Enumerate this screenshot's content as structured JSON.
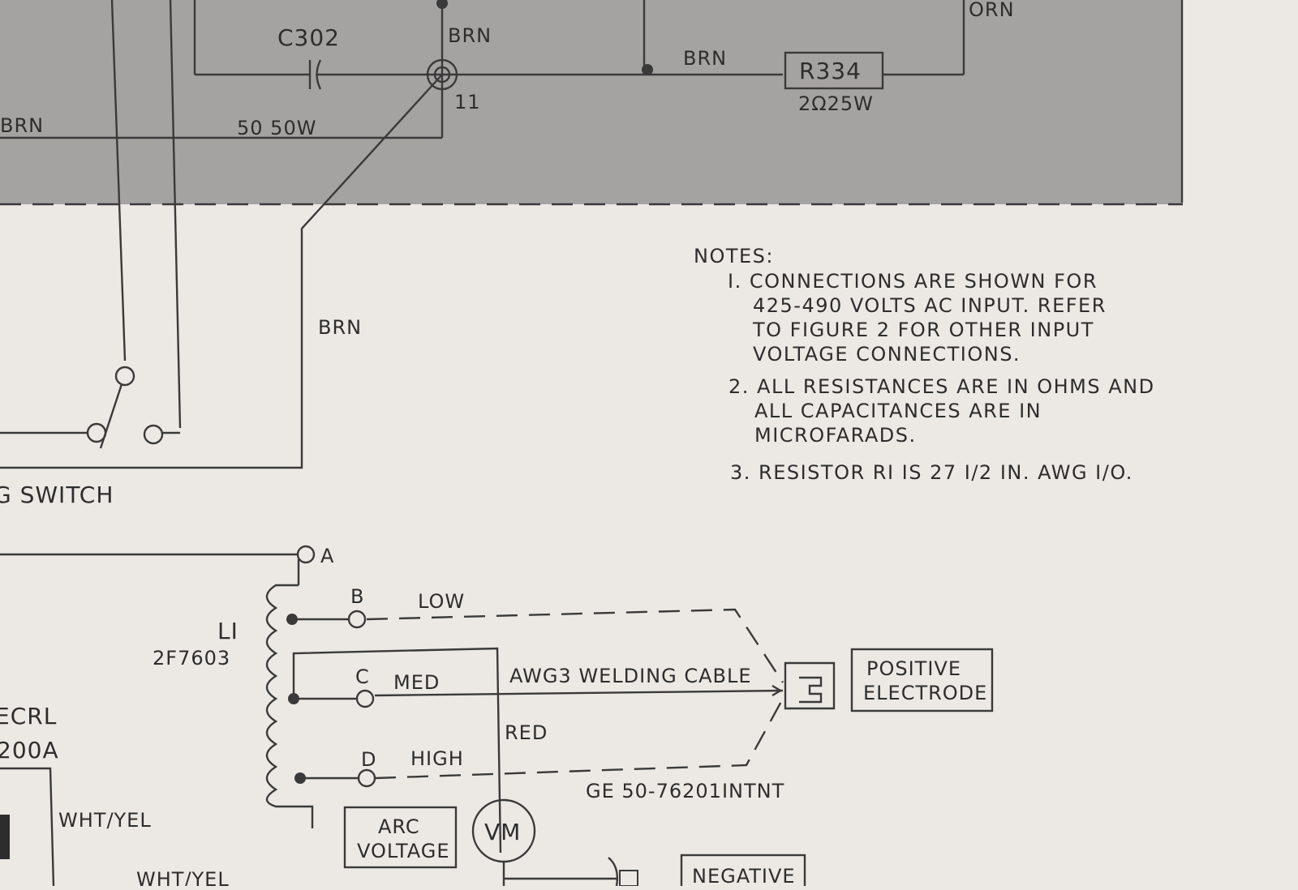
{
  "colors": {
    "paper": "#ece9e4",
    "shaded_panel": "#a5a3a2",
    "ink": "#2d2d2d"
  },
  "top_panel": {
    "capacitor": {
      "name": "C302",
      "rating": "50 50W"
    },
    "resistor": {
      "name": "R334",
      "rating": "2Ω25W"
    },
    "wire_labels": {
      "brn_top": "BRN",
      "brn_mid": "BRN",
      "brn_left": "BRN",
      "orn": "ORN"
    },
    "terminal_11": "11"
  },
  "brn_wire_label": "BRN",
  "switch_label": "G SWITCH",
  "notes": {
    "heading": "NOTES:",
    "n1": [
      "I. CONNECTIONS ARE SHOWN FOR",
      "425-490 VOLTS AC INPUT. REFER",
      "TO FIGURE 2 FOR OTHER INPUT",
      "VOLTAGE CONNECTIONS."
    ],
    "n2": [
      "2. ALL RESISTANCES ARE IN OHMS AND",
      "ALL CAPACITANCES ARE IN",
      "MICROFARADS."
    ],
    "n3": "3. RESISTOR RI IS 27 I/2 IN. AWG I/O."
  },
  "inductor": {
    "name": "LI",
    "part": "2F7603",
    "taps": {
      "a": "A",
      "b": "B",
      "c": "C",
      "d": "D"
    },
    "tap_names": {
      "low": "LOW",
      "med": "MED",
      "high": "HIGH"
    }
  },
  "ecrl": {
    "line1": "ECRL",
    "line2": "200A"
  },
  "wht_yel_1": "WHT/YEL",
  "wht_yel_2": "WHT/YEL",
  "cable_label": "AWG3 WELDING CABLE",
  "red_label": "RED",
  "part_number": "GE 50-76201INTNT",
  "positive_box": [
    "POSITIVE",
    "ELECTRODE"
  ],
  "arc_voltage_box": [
    "ARC",
    "VOLTAGE"
  ],
  "meter": "VM",
  "negative_box": "NEGATIVE"
}
